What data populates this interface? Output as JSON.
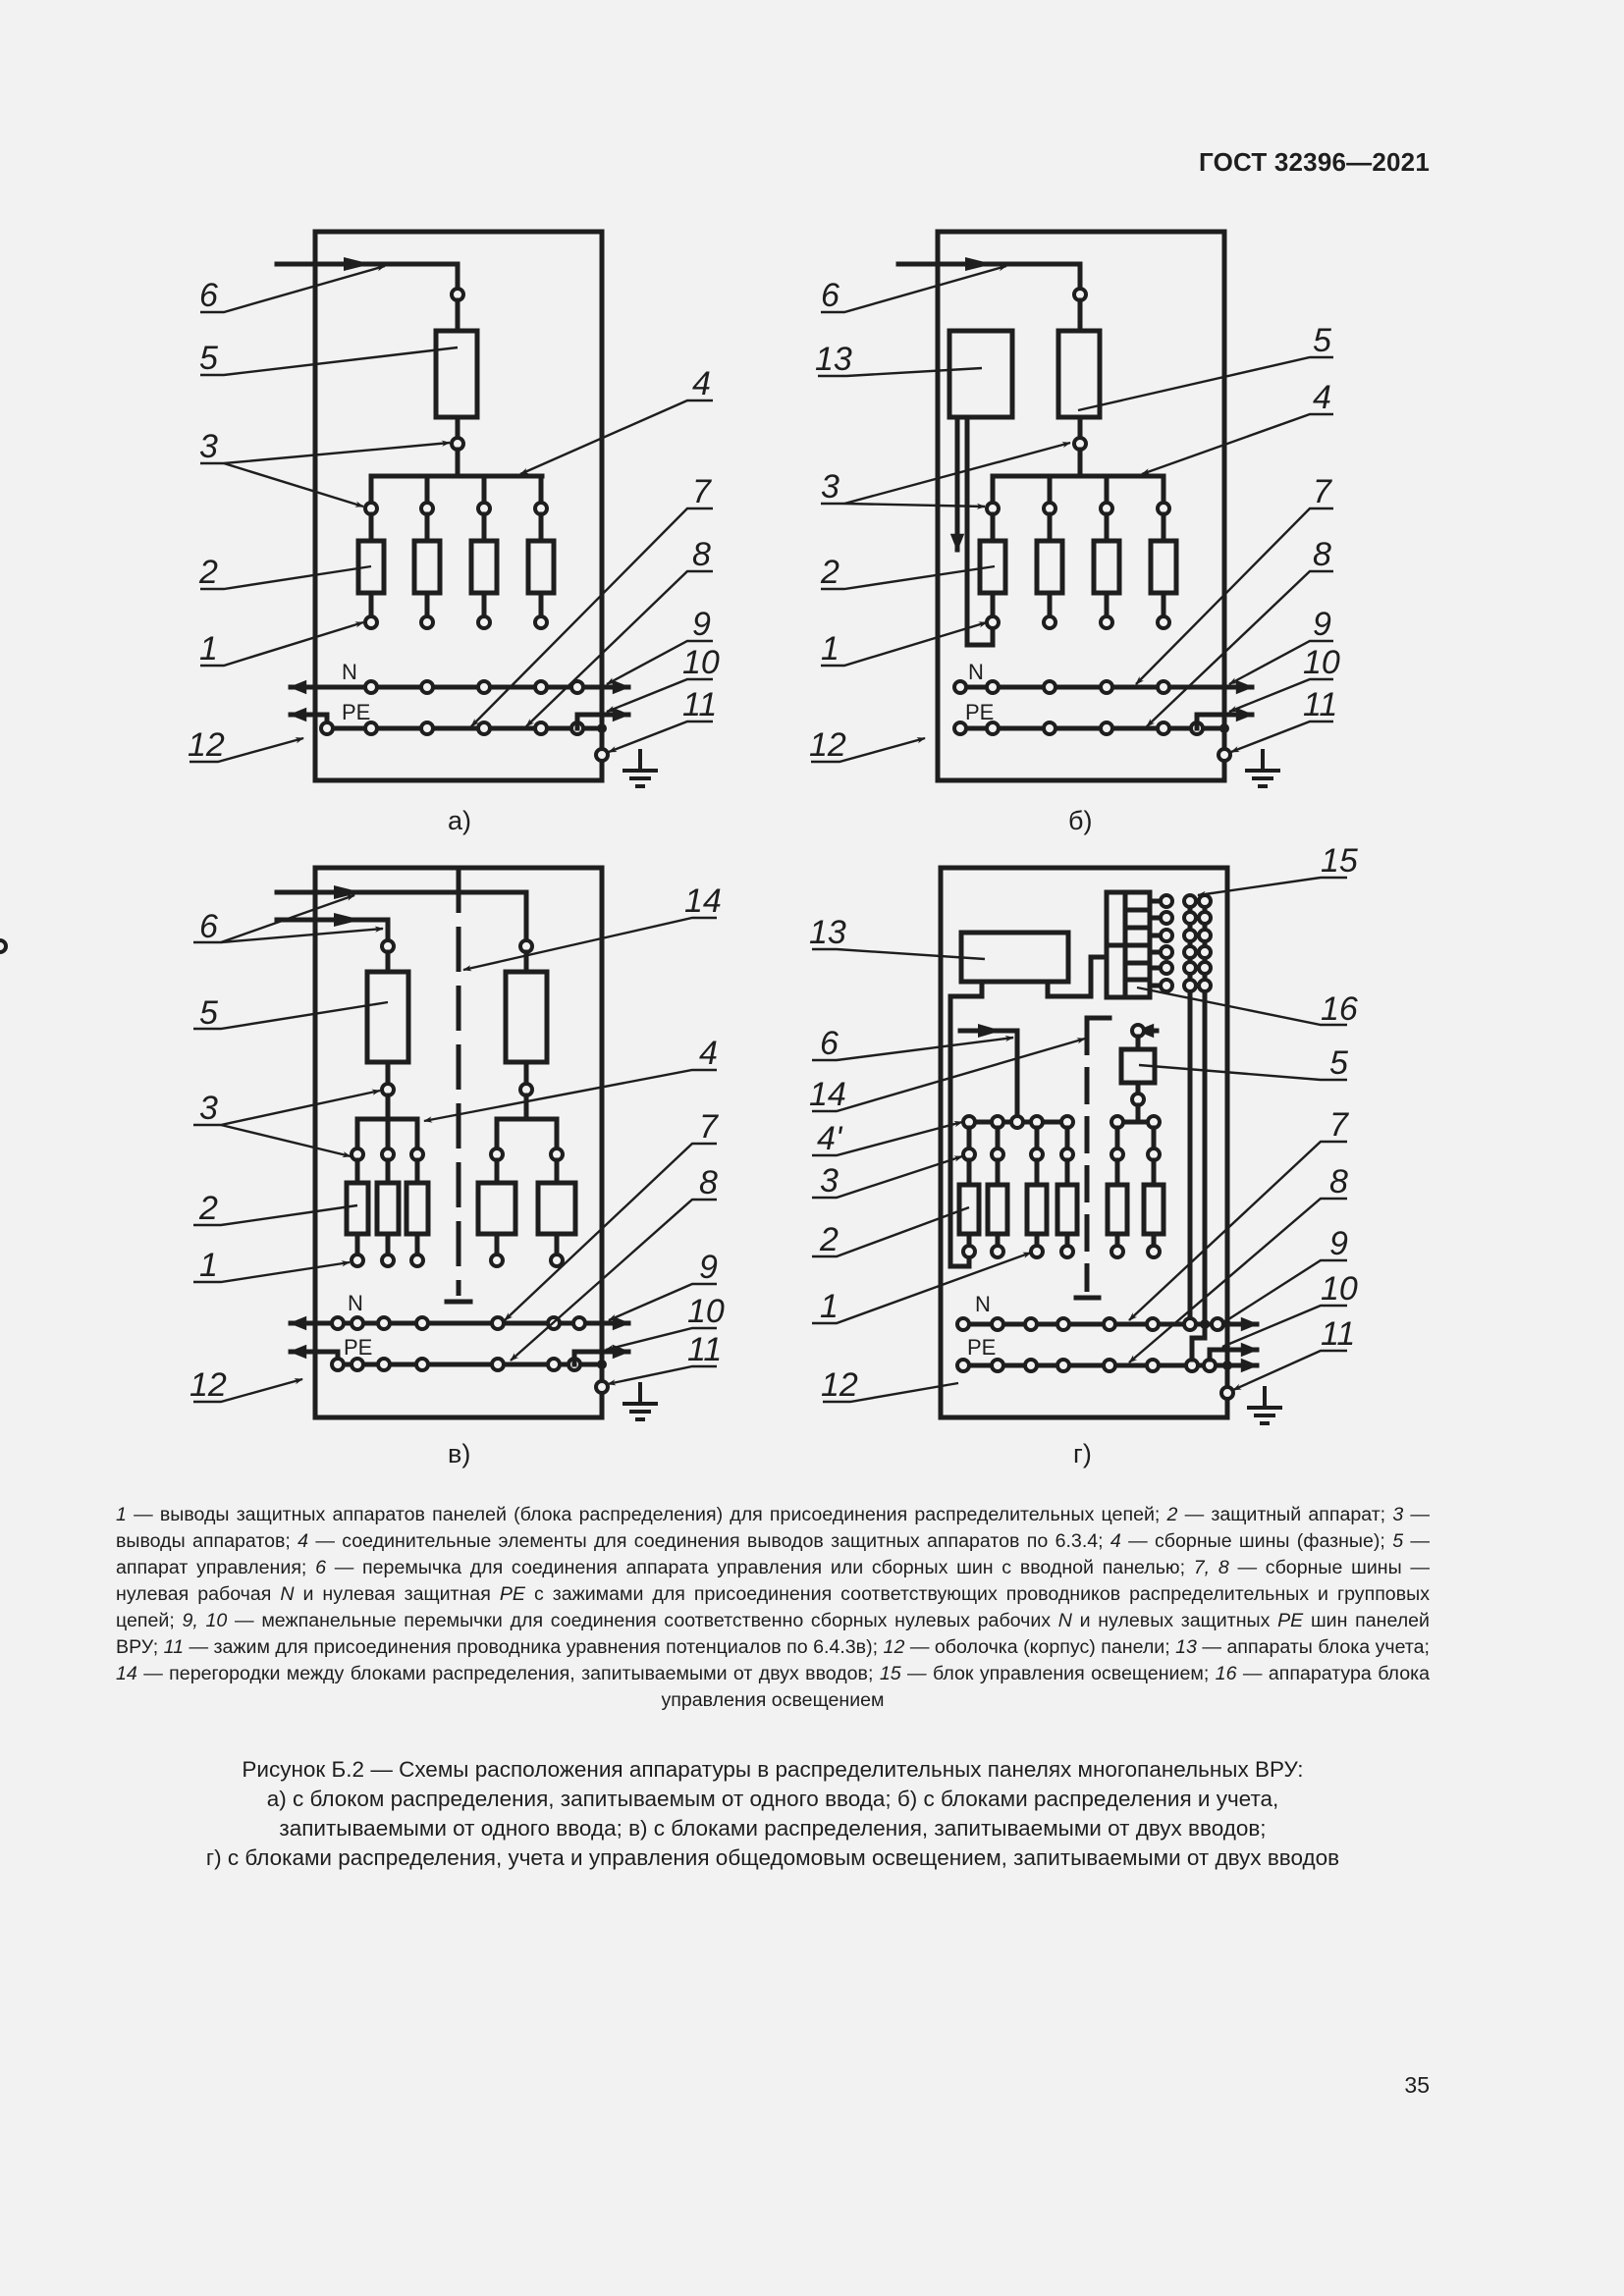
{
  "header": {
    "standard": "ГОСТ 32396—2021"
  },
  "figure": {
    "subfigures": [
      {
        "id": "a",
        "label": "а)",
        "numbers": [
          "6",
          "5",
          "3",
          "4",
          "7",
          "2",
          "8",
          "1",
          "9",
          "10",
          "11",
          "12"
        ]
      },
      {
        "id": "b",
        "label": "б)",
        "numbers": [
          "6",
          "13",
          "5",
          "4",
          "3",
          "7",
          "2",
          "8",
          "1",
          "9",
          "10",
          "11",
          "12"
        ]
      },
      {
        "id": "v",
        "label": "в)",
        "numbers": [
          "6",
          "14",
          "5",
          "4",
          "3",
          "7",
          "2",
          "8",
          "1",
          "9",
          "10",
          "11",
          "12"
        ]
      },
      {
        "id": "g",
        "label": "г)",
        "numbers": [
          "15",
          "13",
          "16",
          "6",
          "5",
          "14",
          "4'",
          "7",
          "3",
          "8",
          "2",
          "9",
          "1",
          "10",
          "11",
          "12"
        ]
      }
    ],
    "bus_labels": {
      "n": "N",
      "pe": "PE"
    }
  },
  "legend": {
    "items": [
      {
        "num": "1",
        "text": "выводы защитных аппаратов панелей (блока распределения) для присоединения распределительных цепей"
      },
      {
        "num": "2",
        "text": "защитный аппарат"
      },
      {
        "num": "3",
        "text": "выводы аппаратов"
      },
      {
        "num": "4",
        "text": "соединительные элементы для соединения выводов защитных аппаратов по 6.3.4"
      },
      {
        "num": "4′",
        "text": "сборные шины (фазные)"
      },
      {
        "num": "5",
        "text": "аппарат управления"
      },
      {
        "num": "6",
        "text": "перемычка для соединения аппарата управления или сборных шин с вводной панелью"
      },
      {
        "num": "7, 8",
        "text": "сборные шины — нулевая рабочая N и нулевая защитная PE с зажимами для присоединения соответствующих проводников распределительных и групповых цепей"
      },
      {
        "num": "9, 10",
        "text": "межпанельные перемычки для соединения соответственно сборных нулевых рабочих N и нулевых защитных PE шин панелей ВРУ"
      },
      {
        "num": "11",
        "text": "зажим для присоединения проводника уравнения потенциалов по 6.4.3в)"
      },
      {
        "num": "12",
        "text": "оболочка (корпус) панели"
      },
      {
        "num": "13",
        "text": "аппараты блока учета"
      },
      {
        "num": "14",
        "text": "перегородки между блоками распределения, запитываемыми от двух вводов"
      },
      {
        "num": "15",
        "text": "блок управления освещением"
      },
      {
        "num": "16",
        "text": "аппаратура блока управления освещением"
      }
    ],
    "full_text": "1 — выводы защитных аппаратов панелей (блока распределения) для присоединения распределительных цепей; 2 — защитный аппарат; 3 — выводы аппаратов; 4 — соединительные элементы для соединения выводов защитных аппаратов по 6.3.4; 4 — сборные шины (фазные); 5 — аппарат управления; 6 — перемычка для соединения аппарата управления или сборных шин с вводной панелью; 7, 8 — сборные шины — нулевая рабочая N и нулевая защитная PE с зажимами для присоединения соответствующих проводников распределительных и групповых цепей; 9, 10 — межпанельные перемычки для соединения соответственно сборных нулевых рабочих N и нулевых защитных PE шин панелей ВРУ; 11 — зажим для присоединения проводника уравнения потенциалов по 6.4.3в); 12 — оболочка (корпус) панели; 13 — аппараты блока учета; 14 — перегородки между блоками распределения, запитываемыми от двух вводов; 15 — блок управления освещением; 16 — аппаратура блока управления освещением"
  },
  "caption": {
    "line1": "Рисунок Б.2 — Схемы расположения аппаратуры в распределительных панелях многопанельных ВРУ:",
    "line2": "а) с блоком распределения, запитываемым от одного ввода; б) с блоками распределения и учета,",
    "line3": "запитываемыми от одного ввода; в) с блоками распределения, запитываемыми от двух вводов;",
    "line4": "г) с блоками распределения, учета и управления общедомовым освещением, запитываемыми от двух вводов"
  },
  "page_number": "35"
}
